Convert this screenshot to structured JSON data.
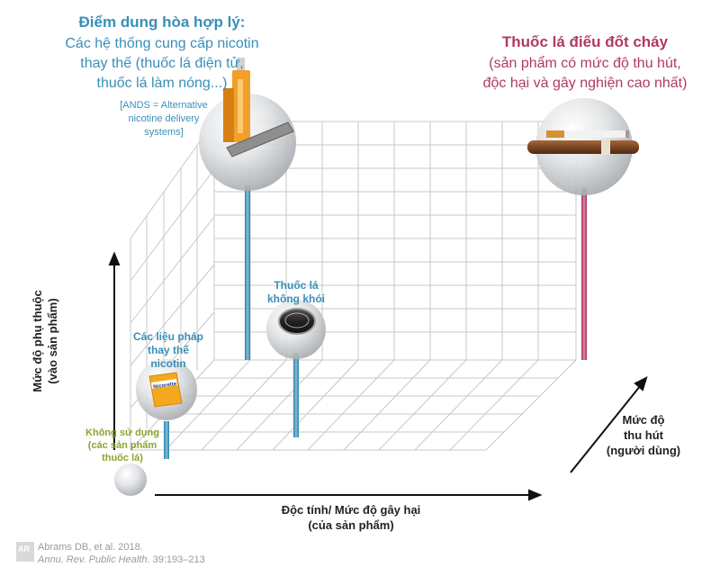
{
  "ands": {
    "title": "Điểm dung hòa hợp lý:",
    "line1": "Các hệ thống cung cấp nicotin",
    "line2": "thay thế (thuốc lá điện tử,",
    "line3": "thuốc lá làm nóng...)",
    "note1": "[ANDS = Alternative",
    "note2": "nicotine delivery",
    "note3": "systems]"
  },
  "combustible": {
    "title": "Thuốc lá điếu đốt cháy",
    "line1": "(sản phẩm có mức độ thu hút,",
    "line2": "độc hại và gây nghiện cao nhất)"
  },
  "smokeless": {
    "line1": "Thuốc lá",
    "line2": "không khói"
  },
  "nrt": {
    "line1": "Các liệu pháp",
    "line2": "thay thế",
    "line3": "nicotin",
    "product_brand": "Nicorette"
  },
  "nonuse": {
    "line1": "Không sử dụng",
    "line2": "(các sản phẩm",
    "line3": "thuốc lá)"
  },
  "axes": {
    "y_line1": "Mức độ phụ thuộc",
    "y_line2": "(vào sản phẩm)",
    "x_line1": "Độc tính/ Mức độ gây hại",
    "x_line2": "(của sản phẩm)",
    "z_line1": "Mức độ",
    "z_line2": "thu hút",
    "z_line3": "(người dùng)"
  },
  "citation": {
    "line1": "Abrams DB, et al. 2018.",
    "journal": "Annu. Rev. Public Health.",
    "pages": " 39:193–213",
    "logo_letters": "AR"
  },
  "colors": {
    "teal": "#3a8fb7",
    "magenta": "#b03a65",
    "olive": "#8aa52e",
    "grid": "#c8c8c8",
    "axis": "#111111"
  }
}
